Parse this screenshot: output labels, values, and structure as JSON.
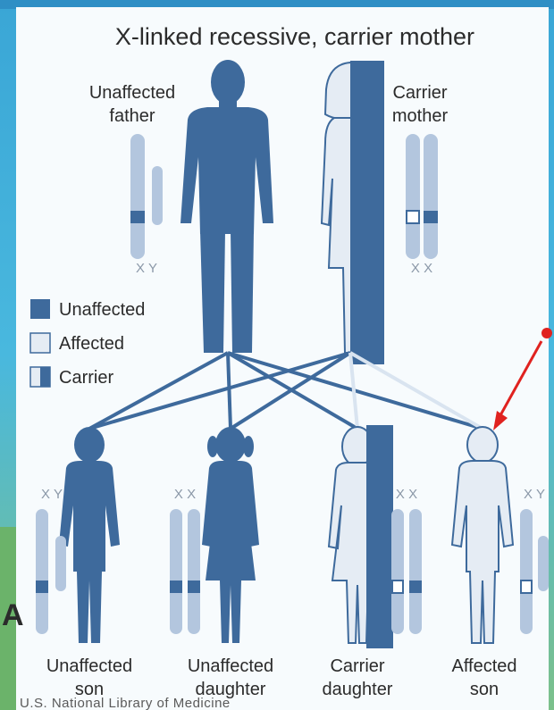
{
  "diagram": {
    "title": "X-linked recessive, carrier mother",
    "parents": [
      {
        "label_line1": "Unaffected",
        "label_line2": "father",
        "chromosomes": "X Y"
      },
      {
        "label_line1": "Carrier",
        "label_line2": "mother",
        "chromosomes": "X X"
      }
    ],
    "legend": [
      {
        "label": "Unaffected"
      },
      {
        "label": "Affected"
      },
      {
        "label": "Carrier"
      }
    ],
    "children": [
      {
        "label_line1": "Unaffected",
        "label_line2": "son",
        "chromosomes": "X Y"
      },
      {
        "label_line1": "Unaffected",
        "label_line2": "daughter",
        "chromosomes": "X X"
      },
      {
        "label_line1": "Carrier",
        "label_line2": "daughter",
        "chromosomes": "X X"
      },
      {
        "label_line1": "Affected",
        "label_line2": "son",
        "chromosomes": "X Y"
      }
    ],
    "credit": "U.S. National Library of Medicine",
    "side_letter": "A",
    "colors": {
      "blue": "#3e6a9c",
      "light": "#e5ecf4",
      "chromosome": "#b3c6de",
      "arrow": "#e0221f"
    }
  }
}
